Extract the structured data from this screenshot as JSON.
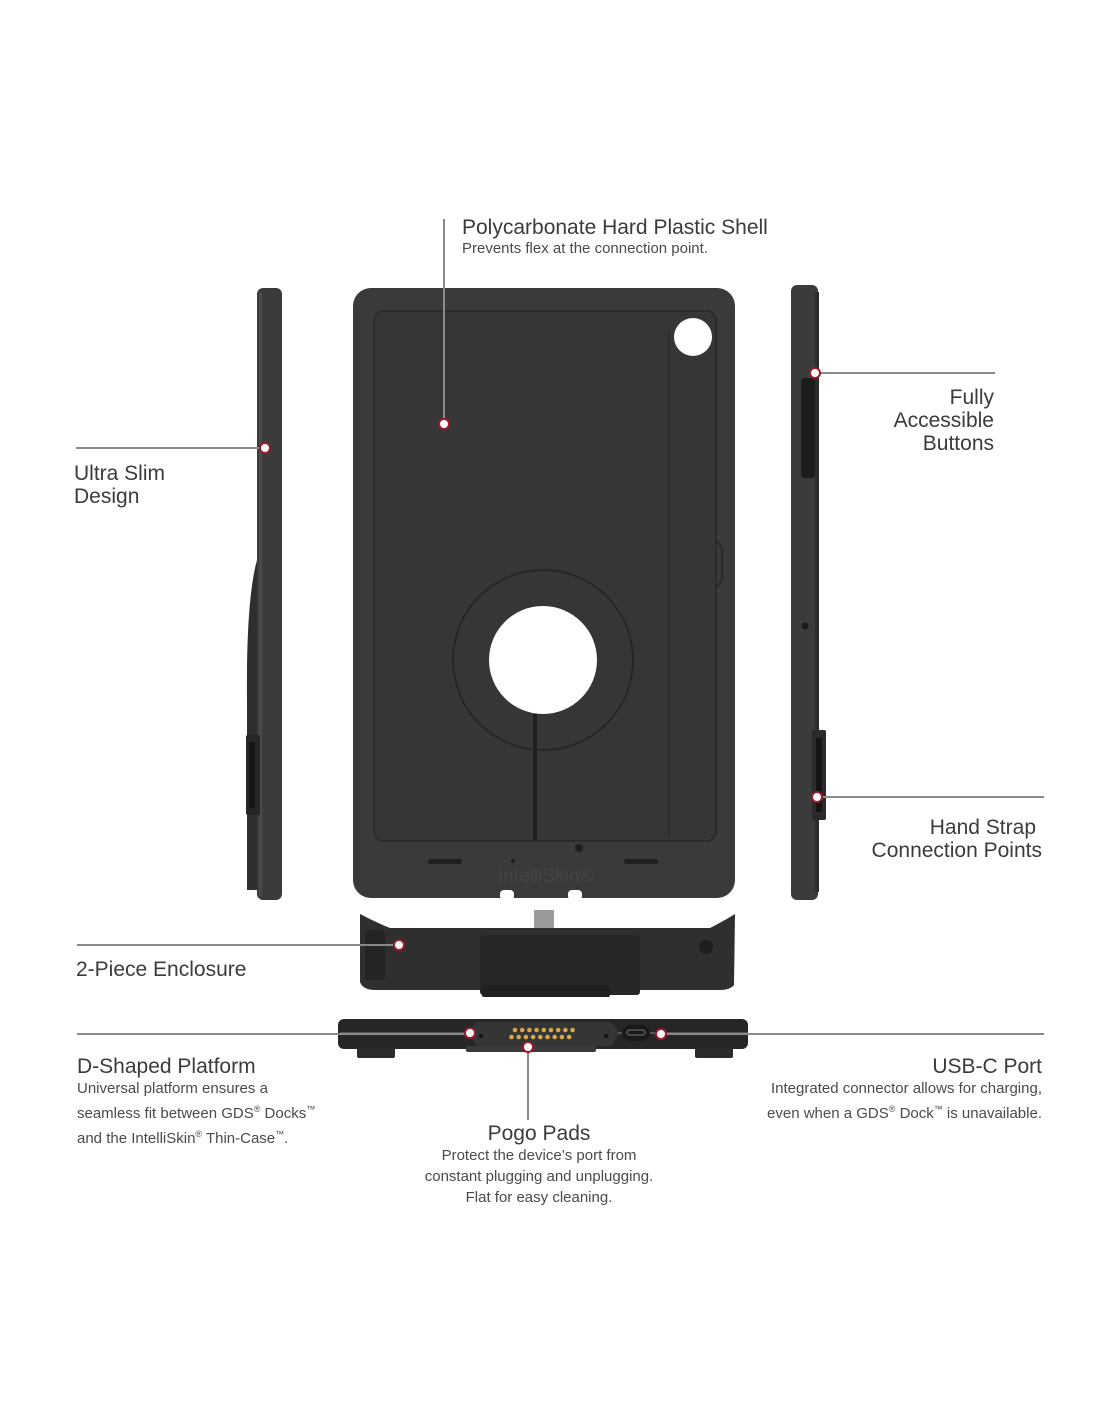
{
  "callouts": {
    "shell": {
      "title": "Polycarbonate Hard Plastic Shell",
      "desc": "Prevents flex at the connection point."
    },
    "slim": {
      "title_line1": "Ultra Slim",
      "title_line2": "Design"
    },
    "buttons": {
      "title_line1": "Fully",
      "title_line2": "Accessible",
      "title_line3": "Buttons"
    },
    "strap": {
      "title_line1": "Hand Strap",
      "title_line2": "Connection Points"
    },
    "enclosure": {
      "title": "2-Piece Enclosure"
    },
    "platform": {
      "title": "D-Shaped Platform",
      "desc_line1": "Universal platform ensures a",
      "desc_line2a": "seamless fit between GDS",
      "desc_line2b": " Docks",
      "desc_line3a": "and the IntelliSkin",
      "desc_line3b": " Thin-Case",
      "desc_line3c": "."
    },
    "usbc": {
      "title": "USB-C Port",
      "desc_line1": "Integrated connector allows for charging,",
      "desc_line2a": "even when a GDS",
      "desc_line2b": " Dock",
      "desc_line2c": " is unavailable."
    },
    "pogo": {
      "title": "Pogo Pads",
      "desc_line1": "Protect the device’s port from",
      "desc_line2": "constant plugging and unplugging.",
      "desc_line3": "Flat for easy cleaning."
    }
  },
  "symbols": {
    "registered": "®",
    "trademark": "™"
  },
  "product": {
    "logo_text": "IntelliSkin®"
  },
  "colors": {
    "case": "#3a3a3a",
    "case_dark": "#2a2a2a",
    "marker_ring": "#9b1b2c",
    "leader_line": "#8a8a8a",
    "pogo_pin": "#d4a84b"
  }
}
